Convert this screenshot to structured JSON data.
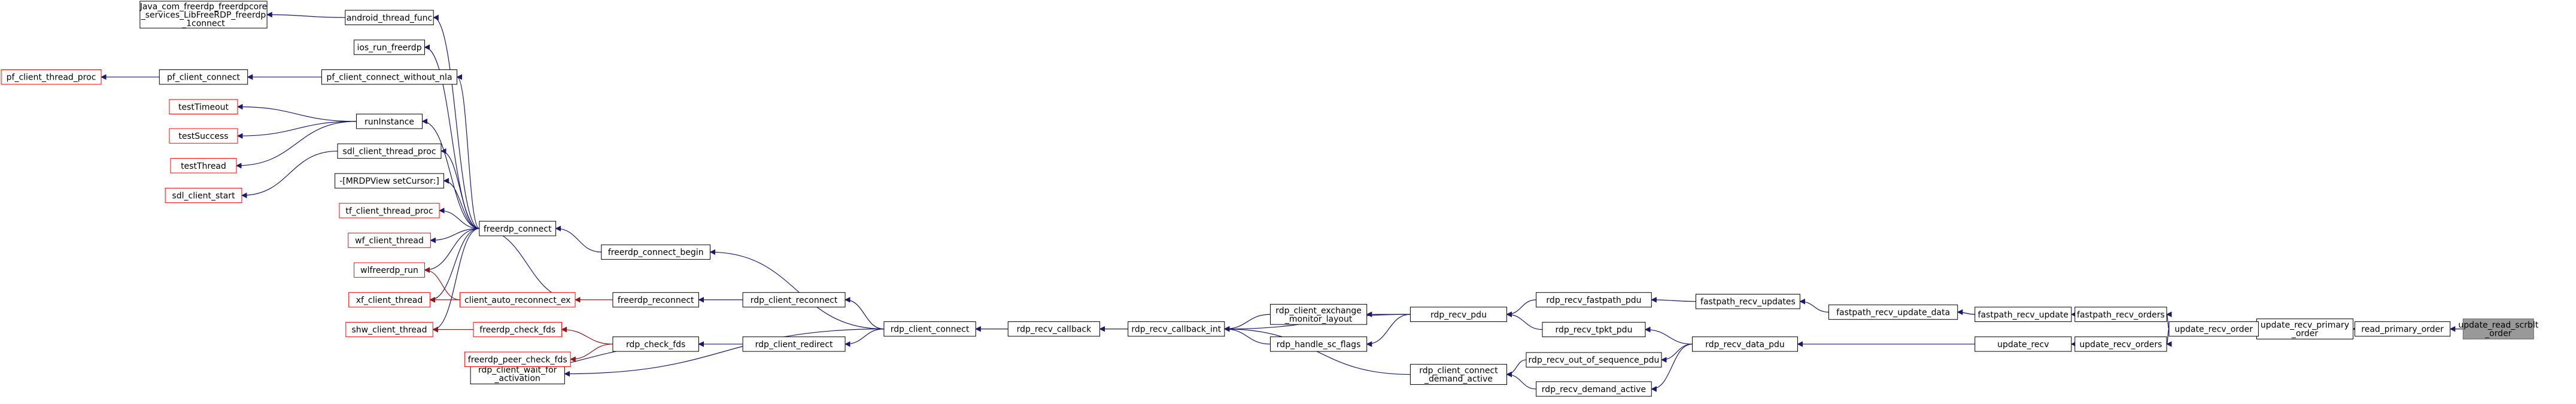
{
  "graph": {
    "colors": {
      "node_border": "#000000",
      "caller_not_documented_border": "#ff0000",
      "root_fill": "#999999",
      "edge": "#191970",
      "edge_alt": "#8b1a1a",
      "background": "#ffffff"
    },
    "nodes": [
      {
        "id": "update_read_scrblt_order",
        "lines": [
          "update_read_scrblt",
          "_order"
        ],
        "root": true
      },
      {
        "id": "read_primary_order",
        "lines": [
          "read_primary_order"
        ]
      },
      {
        "id": "update_recv_primary_order",
        "lines": [
          "update_recv_primary",
          "_order"
        ]
      },
      {
        "id": "update_recv_order",
        "lines": [
          "update_recv_order"
        ]
      },
      {
        "id": "fastpath_recv_orders",
        "lines": [
          "fastpath_recv_orders"
        ]
      },
      {
        "id": "update_recv_orders",
        "lines": [
          "update_recv_orders"
        ]
      },
      {
        "id": "fastpath_recv_update",
        "lines": [
          "fastpath_recv_update"
        ]
      },
      {
        "id": "update_recv",
        "lines": [
          "update_recv"
        ]
      },
      {
        "id": "fastpath_recv_update_data",
        "lines": [
          "fastpath_recv_update_data"
        ]
      },
      {
        "id": "rdp_recv_data_pdu",
        "lines": [
          "rdp_recv_data_pdu"
        ]
      },
      {
        "id": "fastpath_recv_updates",
        "lines": [
          "fastpath_recv_updates"
        ]
      },
      {
        "id": "rdp_recv_tpkt_pdu",
        "lines": [
          "rdp_recv_tpkt_pdu"
        ]
      },
      {
        "id": "rdp_recv_out_of_sequence_pdu",
        "lines": [
          "rdp_recv_out_of_sequence_pdu"
        ]
      },
      {
        "id": "rdp_recv_demand_active",
        "lines": [
          "rdp_recv_demand_active"
        ]
      },
      {
        "id": "rdp_recv_fastpath_pdu",
        "lines": [
          "rdp_recv_fastpath_pdu"
        ]
      },
      {
        "id": "rdp_recv_pdu",
        "lines": [
          "rdp_recv_pdu"
        ]
      },
      {
        "id": "rdp_client_connect_demand_active",
        "lines": [
          "rdp_client_connect",
          "_demand_active"
        ]
      },
      {
        "id": "rdp_client_exchange_monitor_layout",
        "lines": [
          "rdp_client_exchange",
          "_monitor_layout"
        ]
      },
      {
        "id": "rdp_handle_sc_flags",
        "lines": [
          "rdp_handle_sc_flags"
        ]
      },
      {
        "id": "rdp_recv_callback_int",
        "lines": [
          "rdp_recv_callback_int"
        ]
      },
      {
        "id": "rdp_recv_callback",
        "lines": [
          "rdp_recv_callback"
        ]
      },
      {
        "id": "rdp_client_connect",
        "lines": [
          "rdp_client_connect"
        ]
      },
      {
        "id": "freerdp_connect_begin",
        "lines": [
          "freerdp_connect_begin"
        ]
      },
      {
        "id": "rdp_client_reconnect",
        "lines": [
          "rdp_client_reconnect"
        ]
      },
      {
        "id": "rdp_client_redirect",
        "lines": [
          "rdp_client_redirect"
        ]
      },
      {
        "id": "freerdp_reconnect",
        "lines": [
          "freerdp_reconnect"
        ]
      },
      {
        "id": "rdp_check_fds",
        "lines": [
          "rdp_check_fds"
        ]
      },
      {
        "id": "rdp_client_wait_for_activation",
        "lines": [
          "rdp_client_wait_for",
          "_activation"
        ]
      },
      {
        "id": "freerdp_connect",
        "lines": [
          "freerdp_connect"
        ]
      },
      {
        "id": "client_auto_reconnect_ex",
        "lines": [
          "client_auto_reconnect_ex"
        ],
        "red": true
      },
      {
        "id": "freerdp_check_fds",
        "lines": [
          "freerdp_check_fds"
        ],
        "red": true
      },
      {
        "id": "freerdp_peer_check_fds",
        "lines": [
          "freerdp_peer_check_fds"
        ],
        "red": true
      },
      {
        "id": "android_thread_func",
        "lines": [
          "android_thread_func"
        ]
      },
      {
        "id": "ios_run_freerdp",
        "lines": [
          "ios_run_freerdp"
        ]
      },
      {
        "id": "pf_client_connect_without_nla",
        "lines": [
          "pf_client_connect_without_nla"
        ]
      },
      {
        "id": "runInstance",
        "lines": [
          "runInstance"
        ]
      },
      {
        "id": "sdl_client_thread_proc",
        "lines": [
          "sdl_client_thread_proc"
        ]
      },
      {
        "id": "MRDPView_setCursor",
        "lines": [
          "-[MRDPView setCursor:]"
        ]
      },
      {
        "id": "tf_client_thread_proc",
        "lines": [
          "tf_client_thread_proc"
        ],
        "red": true
      },
      {
        "id": "wf_client_thread",
        "lines": [
          "wf_client_thread"
        ],
        "red": true
      },
      {
        "id": "wlfreerdp_run",
        "lines": [
          "wlfreerdp_run"
        ],
        "red": true
      },
      {
        "id": "xf_client_thread",
        "lines": [
          "xf_client_thread"
        ],
        "red": true
      },
      {
        "id": "shw_client_thread",
        "lines": [
          "shw_client_thread"
        ],
        "red": true
      },
      {
        "id": "java_connect",
        "lines": [
          "Java_com_freerdp_freerdpcore",
          "_services_LibFreeRDP_freerdp",
          "_1connect"
        ]
      },
      {
        "id": "pf_client_connect",
        "lines": [
          "pf_client_connect"
        ]
      },
      {
        "id": "pf_client_thread_proc",
        "lines": [
          "pf_client_thread_proc"
        ],
        "red": true
      },
      {
        "id": "testTimeout",
        "lines": [
          "testTimeout"
        ],
        "red": true
      },
      {
        "id": "testSuccess",
        "lines": [
          "testSuccess"
        ],
        "red": true
      },
      {
        "id": "testThread",
        "lines": [
          "testThread"
        ],
        "red": true
      },
      {
        "id": "sdl_client_start",
        "lines": [
          "sdl_client_start"
        ],
        "red": true
      }
    ]
  }
}
